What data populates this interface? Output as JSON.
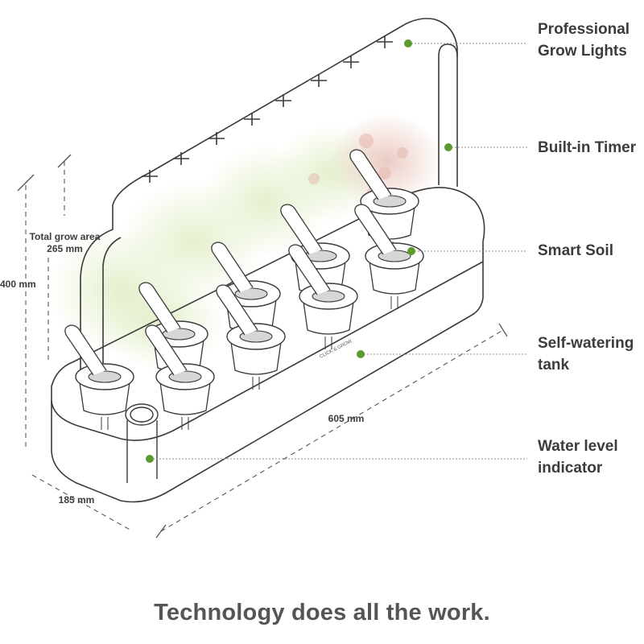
{
  "callouts": {
    "grow_lights": "Professional\nGrow Lights",
    "timer": "Built-in Timer",
    "smart_soil": "Smart Soil",
    "tank": "Self-watering\ntank",
    "water_level": "Water level\nindicator"
  },
  "dimensions": {
    "grow_area": "Total grow area\n265 mm",
    "height": "400 mm",
    "length": "605 mm",
    "depth": "185 mm"
  },
  "product_label": "CLICK & GROW",
  "tagline": "Technology does all the work.",
  "colors": {
    "marker": "#5c9a2e",
    "outline": "#3a3a3a",
    "leader_line": "#9a9a9a",
    "foliage": "#cfe3a8",
    "berries": "#d9a39a"
  }
}
